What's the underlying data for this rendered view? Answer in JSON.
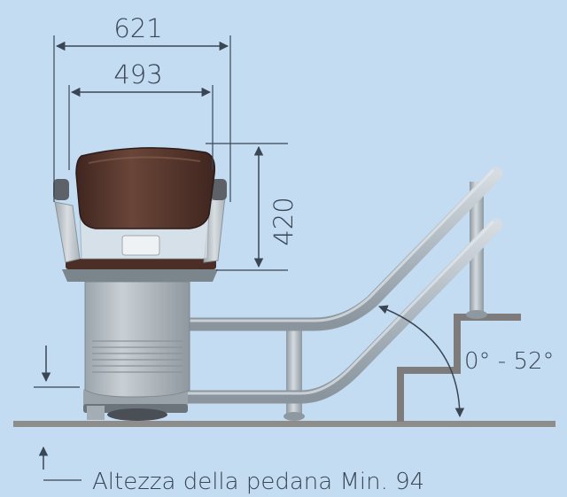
{
  "dimensions": {
    "outer_width": "621",
    "inner_width": "493",
    "seat_height": "420",
    "rail_angle": "0° - 52°"
  },
  "footnote": "Altezza della pedana Min. 94",
  "colors": {
    "background": "#c3dcf2",
    "floor": "#8f8c8c",
    "rail": "#b3bcc4",
    "seat_shell": "#5a3a30",
    "chair_body": "#b6bec4",
    "stairs": "#7d7b7b",
    "dimension_lines": "#3a4654"
  }
}
